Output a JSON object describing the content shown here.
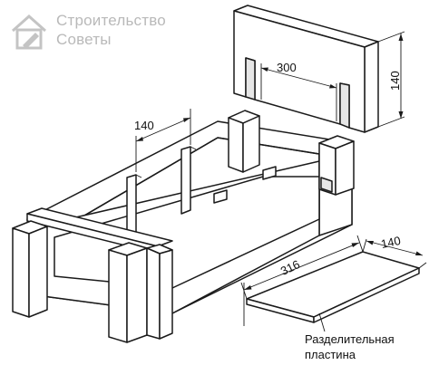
{
  "watermark": {
    "line1": "Строительство",
    "line2": "Советы"
  },
  "dimensions": {
    "slot_width": "300",
    "panel_height": "140",
    "formwork_spacing": "140",
    "plate_length": "316",
    "plate_width": "140"
  },
  "caption": {
    "line1": "Разделительная",
    "line2": "пластина"
  },
  "icons": {
    "logo": "house-pencil-logo-icon"
  }
}
